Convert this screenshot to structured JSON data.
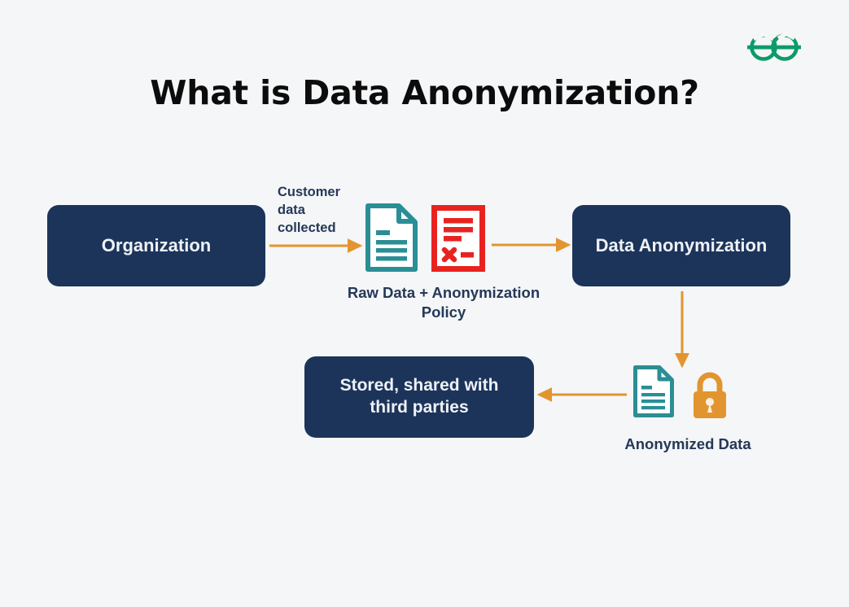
{
  "page": {
    "background_color": "#f4f6f7",
    "title": "What is Data Anonymization?",
    "title_color": "#0c0c0c"
  },
  "brand": {
    "logo_name": "geeksforgeeks-logo",
    "logo_color": "#0b9b69"
  },
  "palette": {
    "navy": "#1c3459",
    "orange": "#e2952f",
    "teal": "#2a8e96",
    "red": "#e8231f",
    "caption_text": "#253858",
    "box_text": "#eef2f7"
  },
  "diagram": {
    "type": "flow",
    "nodes": [
      {
        "id": "organization",
        "label": "Organization",
        "shape": "rounded-rect",
        "fill": "#1c3459"
      },
      {
        "id": "data-anonymization",
        "label": "Data Anonymization",
        "shape": "rounded-rect",
        "fill": "#1c3459"
      },
      {
        "id": "stored-shared",
        "label": "Stored, shared with third parties",
        "shape": "rounded-rect",
        "fill": "#1c3459"
      }
    ],
    "icon_groups": [
      {
        "id": "raw-data-policy",
        "caption": "Raw Data + Anonymization Policy",
        "icons": [
          "document-icon",
          "policy-document-icon"
        ]
      },
      {
        "id": "anonymized-data",
        "caption": "Anonymized Data",
        "icons": [
          "document-icon",
          "lock-icon"
        ]
      }
    ],
    "edges": [
      {
        "id": "edge-org-to-rawdata",
        "label": "Customer data collected",
        "direction": "right",
        "color": "#e2952f"
      },
      {
        "id": "edge-rawdata-to-anonymization",
        "label": "",
        "direction": "right",
        "color": "#e2952f"
      },
      {
        "id": "edge-anonymization-to-anondata",
        "label": "",
        "direction": "down",
        "color": "#e2952f"
      },
      {
        "id": "edge-anondata-to-stored",
        "label": "",
        "direction": "left",
        "color": "#e2952f"
      }
    ],
    "edge_labels": {
      "customer_data_collected_line1": "Customer",
      "customer_data_collected_line2": "data",
      "customer_data_collected_line3": "collected"
    },
    "captions": {
      "raw_data_policy_line1": "Raw Data + Anonymization",
      "raw_data_policy_line2": "Policy",
      "anonymized_data": "Anonymized Data"
    },
    "node_labels": {
      "organization": "Organization",
      "data_anonymization": "Data Anonymization",
      "stored_shared_line1": "Stored, shared with",
      "stored_shared_line2": "third parties"
    }
  }
}
